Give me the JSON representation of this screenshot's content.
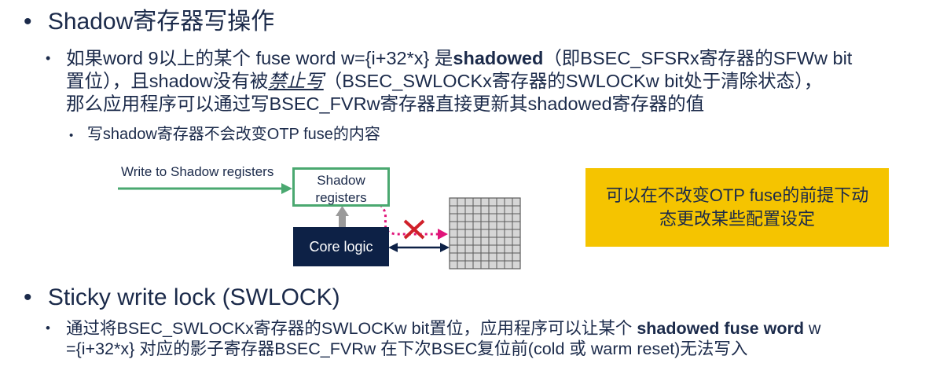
{
  "section1": {
    "heading": "Shadow寄存器写操作",
    "p1": {
      "l1_a": "如果word 9以上的某个 fuse word w={i+32*x} 是",
      "l1_b": "shadowed",
      "l1_c": "（即BSEC_SFSRx寄存器的SFWw bit",
      "l2_a": "置位），且shadow没有被",
      "l2_b": "禁止写",
      "l2_c": "（BSEC_SWLOCKx寄存器的SWLOCKw bit处于清除状态），",
      "l3": "那么应用程序可以通过写BSEC_FVRw寄存器直接更新其shadowed寄存器的值"
    },
    "sub": "写shadow寄存器不会改变OTP fuse的内容"
  },
  "diagram": {
    "write_label": "Write to Shadow registers",
    "shadow_l1": "Shadow",
    "shadow_l2": "registers",
    "core": "Core logic",
    "colors": {
      "green": "#4aa870",
      "navy": "#0d2146",
      "magenta": "#e0157a",
      "red": "#d0202a",
      "gray": "#9a9a9a"
    }
  },
  "note": {
    "l1": "可以在不改变OTP fuse的前提下动",
    "l2": "态更改某些配置设定",
    "color": "#f5c400"
  },
  "section2": {
    "heading": "Sticky write lock (SWLOCK)",
    "p1": {
      "l1_a": "通过将BSEC_SWLOCKx寄存器的SWLOCKw bit置位，应用程序可以让某个 ",
      "l1_b": "shadowed fuse word",
      "l1_c": " w",
      "l2": "={i+32*x} 对应的影子寄存器BSEC_FVRw 在下次BSEC复位前(cold 或 warm reset)无法写入"
    }
  }
}
